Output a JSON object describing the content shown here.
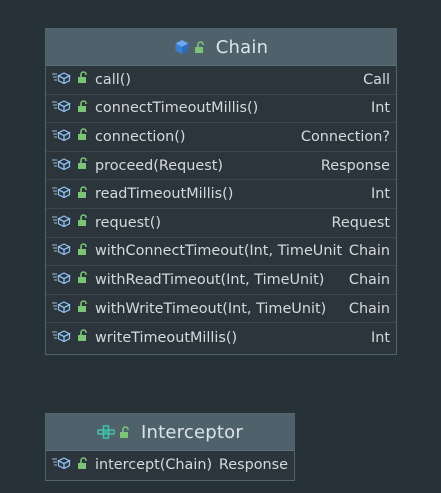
{
  "chain": {
    "title": "Chain",
    "methods": [
      {
        "name": "call()",
        "type": "Call"
      },
      {
        "name": "connectTimeoutMillis()",
        "type": "Int"
      },
      {
        "name": "connection()",
        "type": "Connection?"
      },
      {
        "name": "proceed(Request)",
        "type": "Response"
      },
      {
        "name": "readTimeoutMillis()",
        "type": "Int"
      },
      {
        "name": "request()",
        "type": "Request"
      },
      {
        "name": "withConnectTimeout(Int, TimeUnit)",
        "type": "Chain"
      },
      {
        "name": "withReadTimeout(Int, TimeUnit)",
        "type": "Chain"
      },
      {
        "name": "withWriteTimeout(Int, TimeUnit)",
        "type": "Chain"
      },
      {
        "name": "writeTimeoutMillis()",
        "type": "Int"
      }
    ]
  },
  "interceptor": {
    "title": "Interceptor",
    "methods": [
      {
        "name": "intercept(Chain)",
        "type": "Response"
      }
    ]
  },
  "icons": {
    "chain_header": "interface-cube-icon",
    "interceptor_header": "interface-group-icon",
    "method": "abstract-method-icon",
    "visibility": "public-lock-icon"
  },
  "colors": {
    "background": "#263238",
    "header": "#4f626c",
    "cube_blue": "#4a90e2",
    "lock_green": "#7cc576",
    "group_teal": "#3fc7b0"
  }
}
